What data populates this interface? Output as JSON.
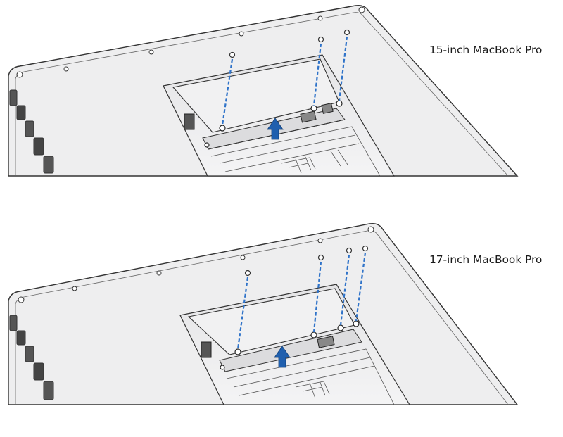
{
  "diagram": {
    "panels": [
      {
        "id": "15in",
        "label": "15-inch MacBook Pro",
        "screw_count": 3
      },
      {
        "id": "17in",
        "label": "17-inch MacBook Pro",
        "screw_count": 4
      }
    ],
    "colors": {
      "case_fill": "#eeeeef",
      "outline": "#333333",
      "guide_line": "#2f73c9",
      "arrow": "#1f5fae"
    },
    "icons": [
      "screw-icon",
      "up-arrow-icon"
    ]
  }
}
